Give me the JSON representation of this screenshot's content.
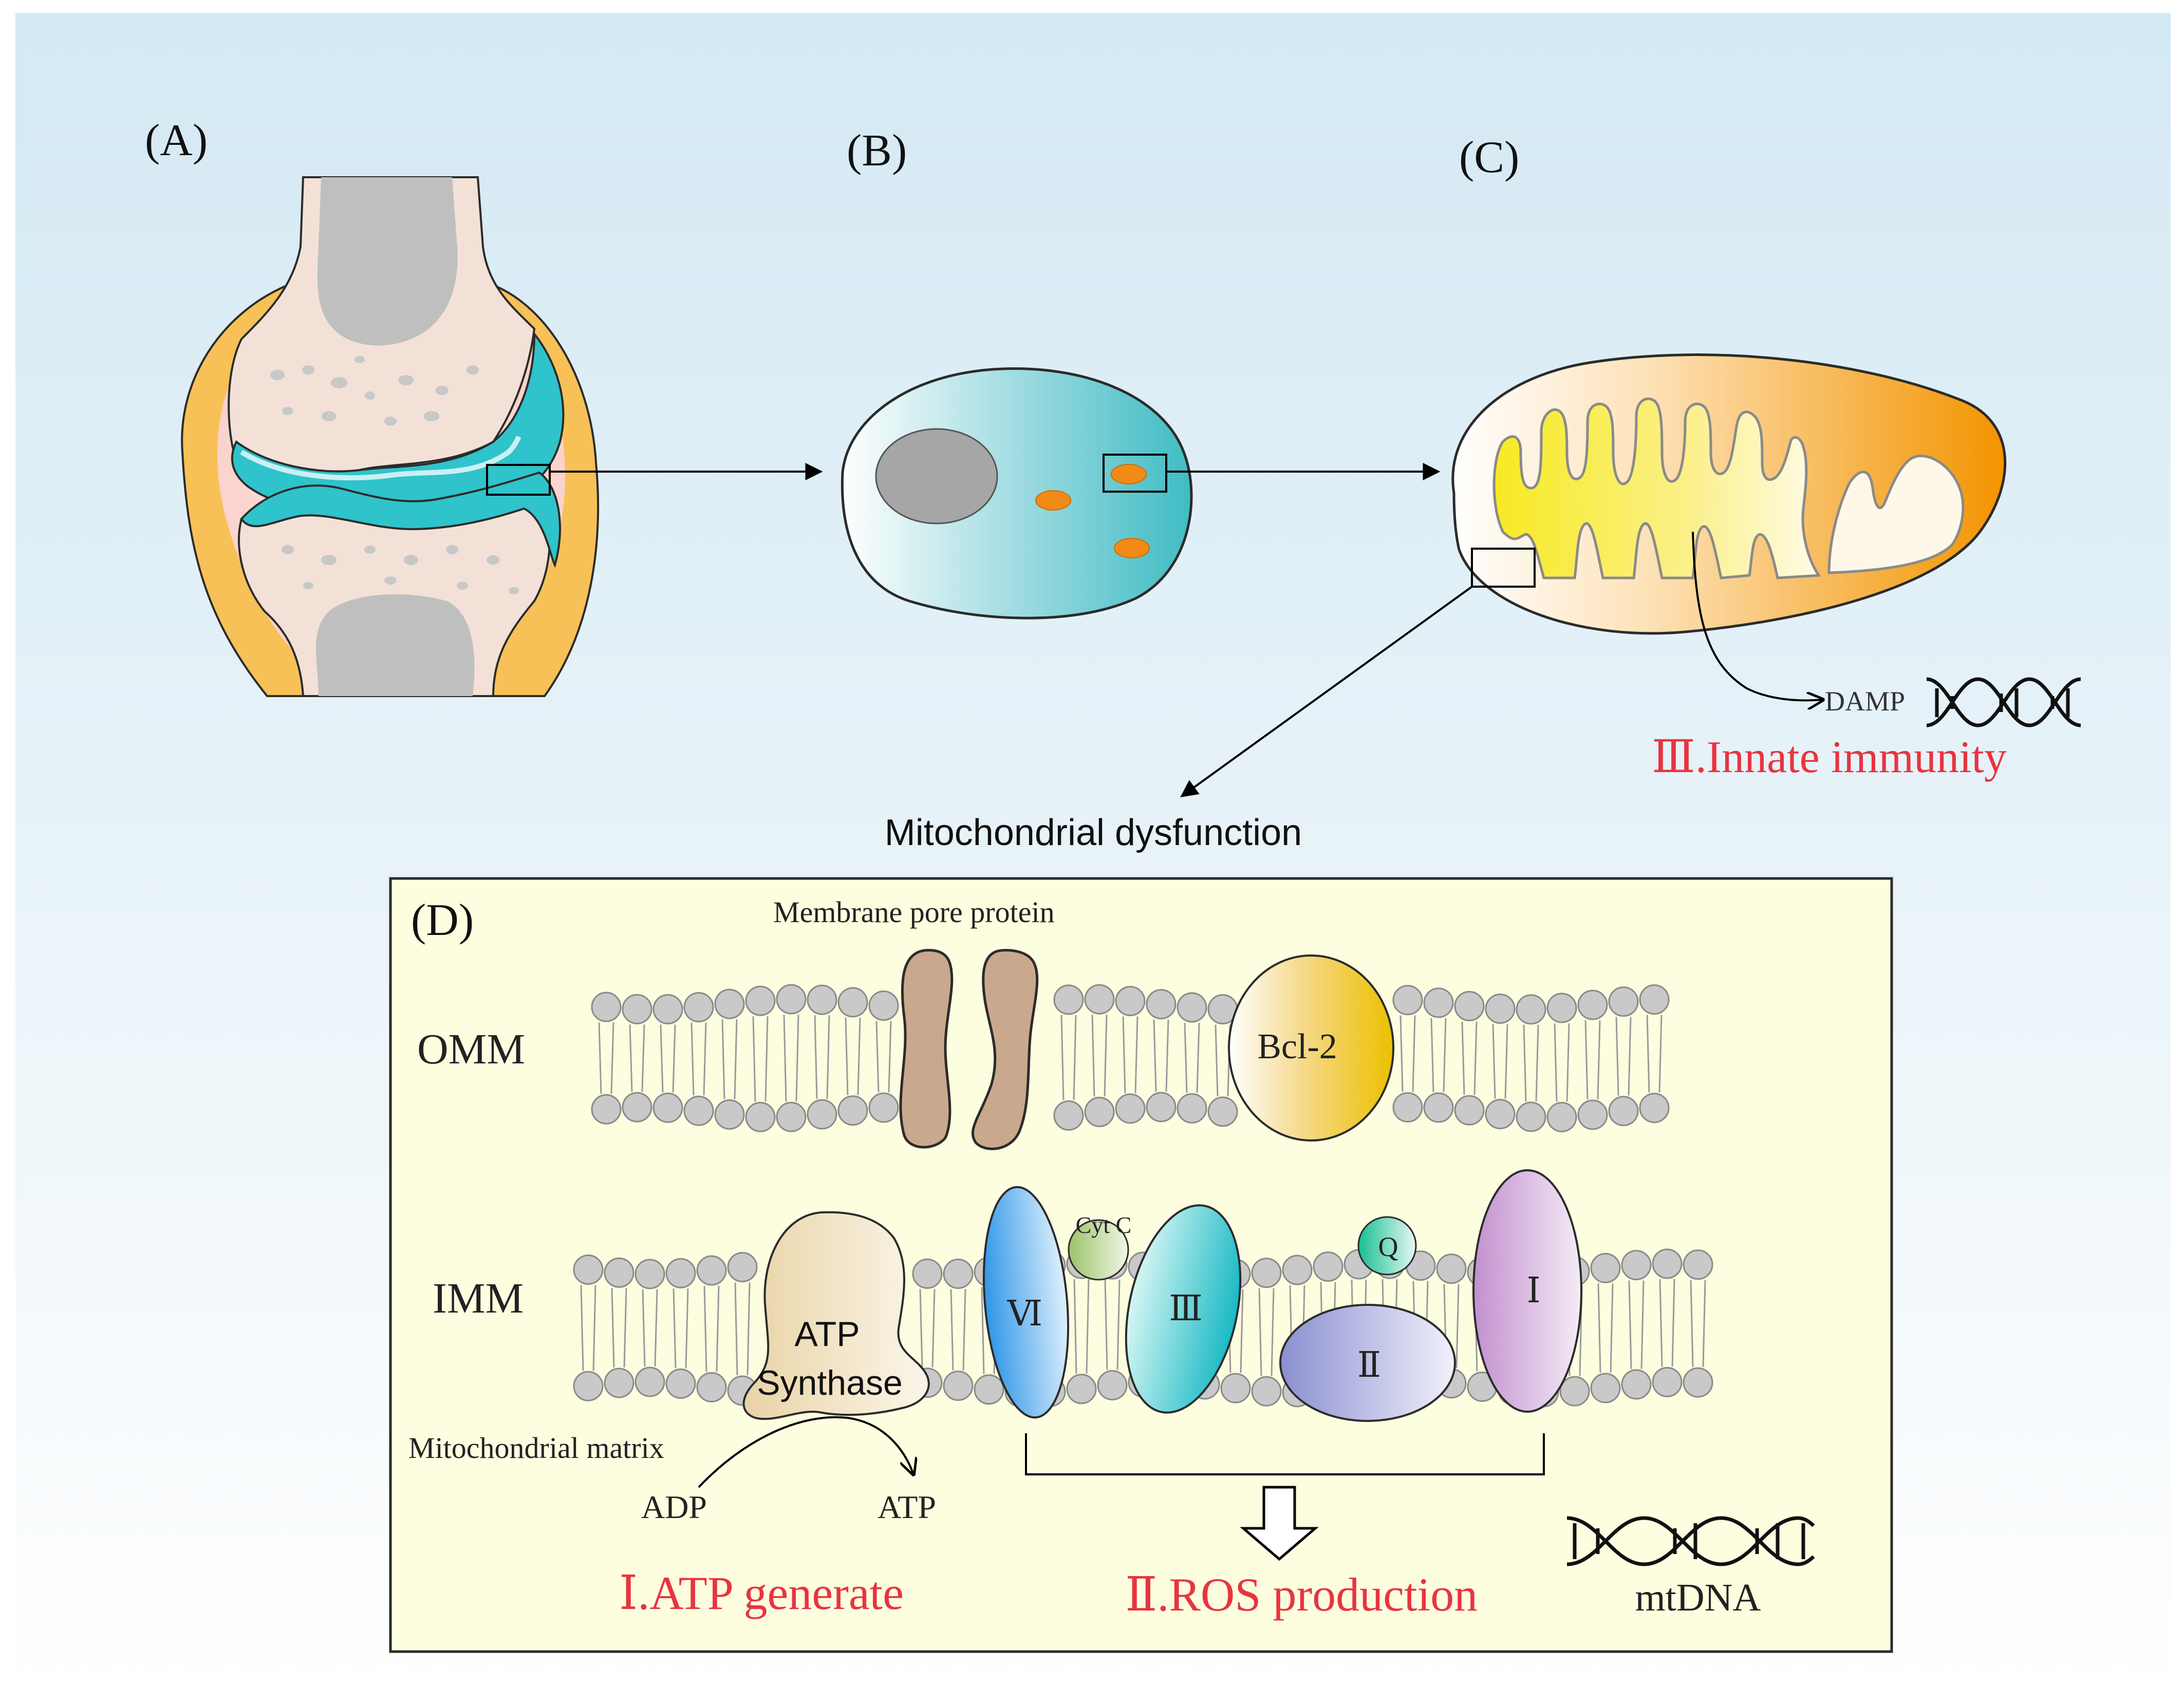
{
  "panels": {
    "a": "(A)",
    "b": "(B)",
    "c": "(C)",
    "d": "(D)"
  },
  "dysfunction_title": "Mitochondrial dysfunction",
  "innate": {
    "damp": "DAMP",
    "title": "Ⅲ.Innate immunity"
  },
  "membranes": {
    "omm": "OMM",
    "imm": "IMM",
    "pore_label": "Membrane pore protein",
    "bcl2": "Bcl-2"
  },
  "complexes": {
    "vi": "Ⅵ",
    "iii": "Ⅲ",
    "ii": "Ⅱ",
    "i": "Ⅰ",
    "cytc": "Cyt C",
    "q": "Q"
  },
  "atp_synthase": {
    "line1": "ATP",
    "line2": "Synthase"
  },
  "matrix_label": "Mitochondrial matrix",
  "adp": "ADP",
  "atp": "ATP",
  "outcomes": {
    "atp_generate": "Ⅰ.ATP generate",
    "ros": "Ⅱ.ROS production",
    "mtdna": "mtDNA"
  },
  "colors": {
    "red_text": "#e8343f",
    "teal": "#1fbcc6",
    "orange": "#f29400",
    "yellow_panel": "#fdfde0"
  }
}
